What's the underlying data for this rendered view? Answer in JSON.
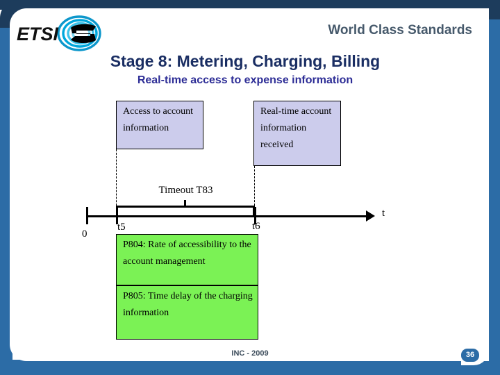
{
  "brand": {
    "logo_text": "ETSI",
    "logo_name": "etsi-logo",
    "tagline": "World Class Standards",
    "colors": {
      "frame_dark": "#1d3c5c",
      "frame_blue": "#2c6ca6",
      "title": "#1a2e63",
      "subtitle": "#2d2d96",
      "tagline": "#46596b",
      "box_lavender": "#ccccec",
      "box_green": "#7bf255"
    }
  },
  "header": {
    "title": "Stage 8: Metering, Charging, Billing",
    "subtitle": "Real-time access to expense information"
  },
  "diagram": {
    "boxes": [
      {
        "id": "access",
        "label": "Access to account information",
        "fill": "lavender"
      },
      {
        "id": "realtime",
        "label": "Real-time account information received",
        "fill": "lavender"
      },
      {
        "id": "p804",
        "label": "P804: Rate of accessibility to the account management",
        "fill": "green"
      },
      {
        "id": "p805",
        "label": "P805: Time delay of the charging information",
        "fill": "green"
      }
    ],
    "timeline": {
      "origin_label": "0",
      "axis_label": "t",
      "ticks": [
        {
          "id": "t5",
          "label": "t5"
        },
        {
          "id": "t6",
          "label": "t6"
        }
      ],
      "bracket_label": "Timeout T83"
    }
  },
  "footer": {
    "source": "INC - 2009",
    "page_number": "36"
  }
}
